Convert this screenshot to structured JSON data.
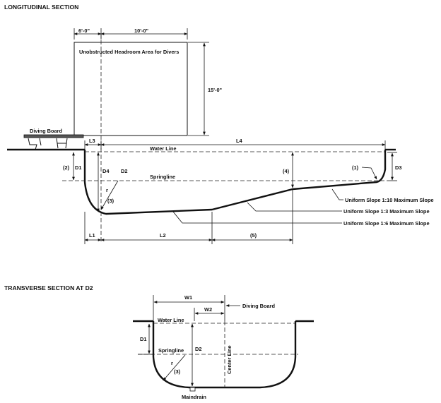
{
  "longitudinal": {
    "heading": "LONGITUDINAL SECTION",
    "dim_6ft": "6'-0\"",
    "dim_10ft": "10'-0\"",
    "dim_15ft": "15'-0\"",
    "headroom_label": "Unobstructed Headroom Area for Divers",
    "diving_board": "Diving Board",
    "l3": "L3",
    "l4": "L4",
    "water_line": "Water Line",
    "springline": "Springline",
    "d1_note": "(2)",
    "d1": "D1",
    "d4": "D4",
    "d2": "D2",
    "d3": "D3",
    "r": "r",
    "note3": "(3)",
    "note4": "(4)",
    "note1": "(1)",
    "slope_110": "Uniform Slope 1:10 Maximum Slope",
    "slope_13": "Uniform Slope 1:3 Maximum Slope",
    "slope_16": "Uniform Slope 1:6 Maximum Slope",
    "l1": "L1",
    "l2": "L2",
    "note5": "(5)"
  },
  "transverse": {
    "heading": "TRANSVERSE SECTION AT D2",
    "w1": "W1",
    "w2": "W2",
    "diving_board": "Diving Board",
    "water_line": "Water Line",
    "d1": "D1",
    "d2": "D2",
    "springline": "Springline",
    "center_line": "Center Line",
    "r": "r",
    "note3": "(3)",
    "maindrain": "Maindrain"
  }
}
